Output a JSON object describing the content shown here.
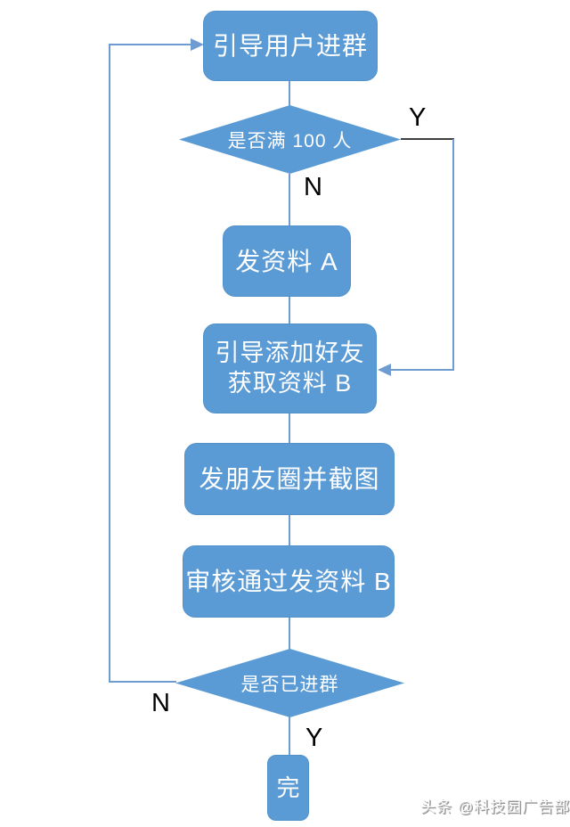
{
  "flowchart": {
    "nodes": {
      "start": "引导用户进群",
      "decision1": "是否满 100 人",
      "send_a": "发资料 A",
      "add_friend": "引导添加好友\n获取资料 B",
      "moments": "发朋友圈并截图",
      "review": "审核通过发资料 B",
      "decision2": "是否已进群",
      "end": "完"
    },
    "branch_labels": {
      "d1_yes": "Y",
      "d1_no": "N",
      "d2_no": "N",
      "d2_yes": "Y"
    },
    "colors": {
      "node_fill": "#5b9bd5",
      "node_text": "#ffffff",
      "connector": "#6e9bd0",
      "connector_dark": "#3f3f3f",
      "branch_label_text": "#000000"
    }
  },
  "watermark": "头条 @科技园广告部"
}
